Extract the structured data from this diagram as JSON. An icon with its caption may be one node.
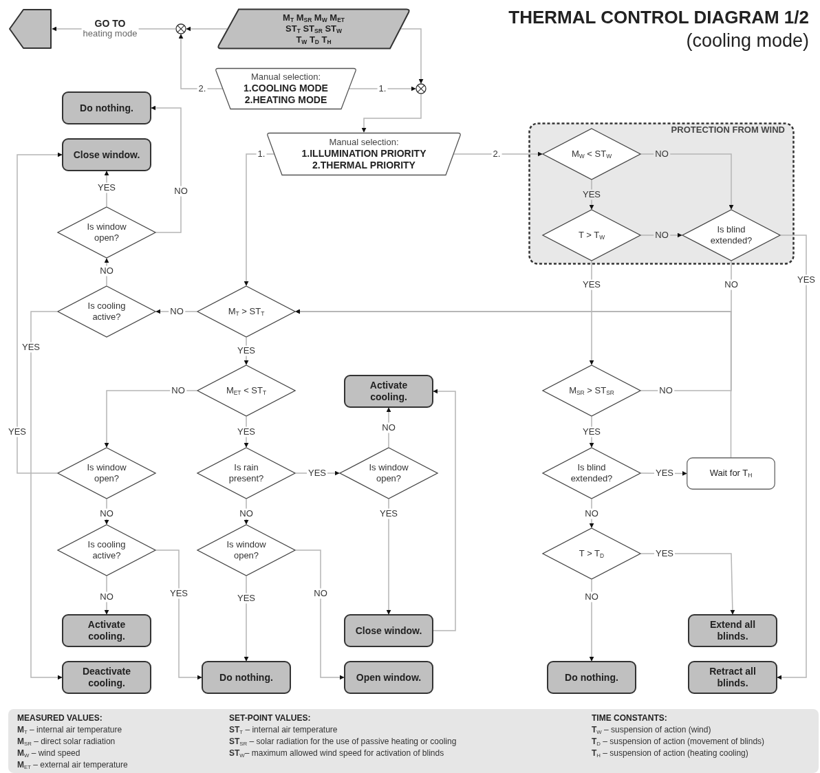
{
  "diagram": {
    "title": "THERMAL CONTROL DIAGRAM 1/2",
    "nodes": [
      {
        "text": [],
        "shape": "pentagon"
      },
      {
        "text": [],
        "shape": "circle"
      },
      {
        "text": [
          "M$_{T}$ M$_{SR}$ M$_{W}$ M$_{ET}$",
          "ST$_{T}$ ST$_{SR}$ ST$_{W}$",
          "T$_{W}$ T$_{D}$ T$_{H}$"
        ]
      },
      {
        "text": [
          "Manual selection:",
          "1.COOLING MODE",
          "2.HEATING MODE"
        ]
      },
      {
        "text": [],
        "shape": "circle"
      },
      {
        "text": [
          "Manual selection:",
          "1.ILLUMINATION PRIORITY",
          "2.THERMAL PRIORITY"
        ]
      },
      {
        "text": [
          "Do nothing."
        ]
      },
      {
        "text": [
          "Close window."
        ]
      },
      {
        "text": [
          "Is window open?"
        ]
      },
      {
        "text": [
          "Is cooling active?"
        ]
      },
      {
        "text": [
          "M$_{T}$ > ST$_{T}$"
        ]
      },
      {
        "text": [
          "PROTECTION FROM WIND"
        ]
      },
      {
        "text": [
          "M$_{W}$ < ST$_{W}$"
        ],
        "in": 11
      },
      {
        "text": [
          "T > T$_{W}$"
        ],
        "in": 11
      },
      {
        "text": [
          "Is blind extended?"
        ],
        "in": 11
      },
      {
        "text": [
          "M$_{ET}$ < ST$_{T}$"
        ]
      },
      {
        "text": [
          "Activate cooling."
        ]
      },
      {
        "text": [
          "M$_{SR}$ > ST$_{SR}$"
        ]
      },
      {
        "text": [
          "Is window open?"
        ]
      },
      {
        "text": [
          "Is rain present?"
        ]
      },
      {
        "text": [
          "Is window open?"
        ]
      },
      {
        "text": [
          "Is blind extended?"
        ]
      },
      {
        "text": [
          "Wait for T$_{H}$"
        ]
      },
      {
        "text": [
          "Is cooling active?"
        ]
      },
      {
        "text": [
          "Is window open?"
        ]
      },
      {
        "text": [
          "T > T$_{D}$"
        ]
      },
      {
        "text": [
          "Activate cooling."
        ]
      },
      {
        "text": [
          "Close window."
        ]
      },
      {
        "text": [
          "Extend all blinds."
        ]
      },
      {
        "text": [
          "Deactivate cooling."
        ]
      },
      {
        "text": [
          "Do nothing."
        ]
      },
      {
        "text": [
          "Open window."
        ]
      },
      {
        "text": [
          "Do nothing."
        ]
      },
      {
        "text": [
          "Retract all blinds."
        ]
      }
    ],
    "edges": [
      {
        "from": 1,
        "to": 0,
        "arrow": "to",
        "label": "**GO TO** heating mode"
      },
      {
        "from": 2,
        "to": 1,
        "arrow": "to"
      },
      {
        "from": 3,
        "to": 1,
        "arrow": "to",
        "label": "2."
      },
      {
        "from": 3,
        "to": 4,
        "arrow": "to",
        "label": "1."
      },
      {
        "from": 2,
        "to": 4,
        "arrow": "to"
      },
      {
        "from": 4,
        "to": 5,
        "arrow": "to"
      },
      {
        "from": 5,
        "to": 10,
        "arrow": "to",
        "label": "1."
      },
      {
        "from": 5,
        "to": 12,
        "arrow": "to",
        "label": "2."
      },
      {
        "from": 12,
        "to": 14,
        "arrow": "to",
        "label": "NO"
      },
      {
        "from": 12,
        "to": 13,
        "arrow": "to",
        "label": "YES"
      },
      {
        "from": 13,
        "to": 14,
        "arrow": "to",
        "label": "NO"
      },
      {
        "from": 13,
        "to": 17,
        "arrow": "to",
        "label": "YES"
      },
      {
        "from": 14,
        "to": 10,
        "arrow": "to",
        "label": "NO"
      },
      {
        "from": 14,
        "to": 33,
        "arrow": "to",
        "label": "YES"
      },
      {
        "from": 10,
        "to": 9,
        "arrow": "to",
        "label": "NO"
      },
      {
        "from": 10,
        "to": 15,
        "arrow": "to",
        "label": "YES"
      },
      {
        "from": 9,
        "to": 8,
        "arrow": "to",
        "label": "NO"
      },
      {
        "from": 9,
        "to": 29,
        "arrow": "to",
        "label": "YES"
      },
      {
        "from": 8,
        "to": 7,
        "arrow": "to",
        "label": "YES"
      },
      {
        "from": 8,
        "to": 6,
        "arrow": "to",
        "label": "NO"
      },
      {
        "from": 18,
        "to": 7,
        "arrow": "to",
        "label": "YES"
      },
      {
        "from": 15,
        "to": 18,
        "arrow": "to",
        "label": "NO"
      },
      {
        "from": 15,
        "to": 19,
        "arrow": "to",
        "label": "YES"
      },
      {
        "from": 18,
        "to": 23,
        "arrow": "to",
        "label": "NO"
      },
      {
        "from": 19,
        "to": 20,
        "arrow": "to",
        "label": "YES"
      },
      {
        "from": 19,
        "to": 24,
        "arrow": "to",
        "label": "NO"
      },
      {
        "from": 20,
        "to": 16,
        "arrow": "to",
        "label": "NO"
      },
      {
        "from": 20,
        "to": 27,
        "arrow": "to",
        "label": "YES"
      },
      {
        "from": 27,
        "to": 16,
        "arrow": "to"
      },
      {
        "from": 17,
        "to": 10,
        "arrow": "to",
        "label": "NO"
      },
      {
        "from": 17,
        "to": 21,
        "arrow": "to",
        "label": "YES"
      },
      {
        "from": 21,
        "to": 22,
        "arrow": "to",
        "label": "YES"
      },
      {
        "from": 22,
        "to": 10,
        "arrow": "to"
      },
      {
        "from": 21,
        "to": 25,
        "arrow": "to",
        "label": "NO"
      },
      {
        "from": 23,
        "to": 26,
        "arrow": "to",
        "label": "NO"
      },
      {
        "from": 23,
        "to": 30,
        "arrow": "to",
        "label": "YES"
      },
      {
        "from": 24,
        "to": 30,
        "arrow": "to",
        "label": "YES"
      },
      {
        "from": 24,
        "to": 31,
        "arrow": "to",
        "label": "NO"
      },
      {
        "from": 25,
        "to": 32,
        "arrow": "to",
        "label": "NO"
      },
      {
        "from": 25,
        "to": 28,
        "arrow": "to",
        "label": "YES"
      }
    ],
    "labels": [
      "(cooling mode)",
      "MEASURED VALUES:",
      "**M**$_{T}$ – internal air temperature",
      "**M**$_{SR}$ – direct solar radiation",
      "**M**$_{W}$ – wind speed",
      "**M**$_{ET}$ – external air temperature",
      "SET-POINT VALUES:",
      "**ST**$_{T}$ – internal air temperature",
      "**ST**$_{SR}$ – solar radiation for the use of passive heating or cooling",
      "**ST**$_{W}$– maximum allowed wind speed for activation of blinds",
      "TIME CONSTANTS:",
      "**T**$_{W}$ – suspension of action (wind)",
      "**T**$_{D}$ – suspension of action (movement of blinds)",
      "**T**$_{H}$ – suspension of action (heating cooling)"
    ]
  }
}
